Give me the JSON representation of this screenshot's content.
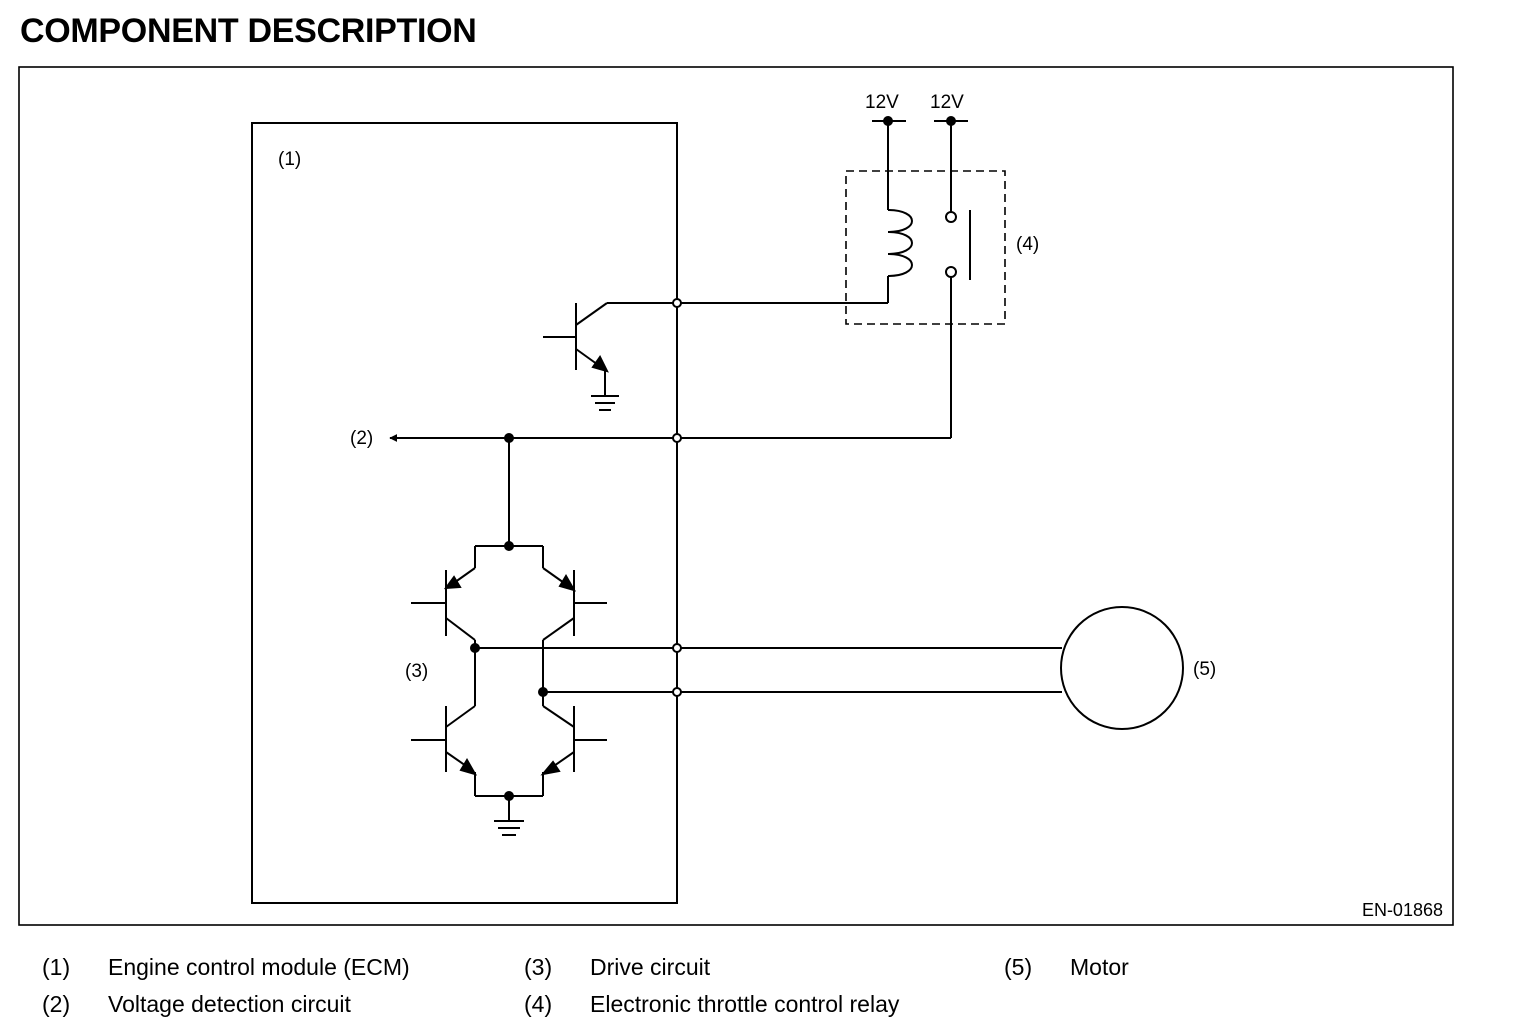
{
  "title": "COMPONENT DESCRIPTION",
  "diagram": {
    "labels": {
      "ecm": "(1)",
      "voltage_detection": "(2)",
      "drive_circuit": "(3)",
      "relay": "(4)",
      "motor": "(5)",
      "supply_left": "12V",
      "supply_right": "12V"
    },
    "figure_code": "EN-01868"
  },
  "legend": [
    {
      "num": "(1)",
      "text": "Engine control module (ECM)"
    },
    {
      "num": "(2)",
      "text": "Voltage detection circuit"
    },
    {
      "num": "(3)",
      "text": "Drive circuit"
    },
    {
      "num": "(4)",
      "text": "Electronic throttle control relay"
    },
    {
      "num": "(5)",
      "text": "Motor"
    }
  ]
}
